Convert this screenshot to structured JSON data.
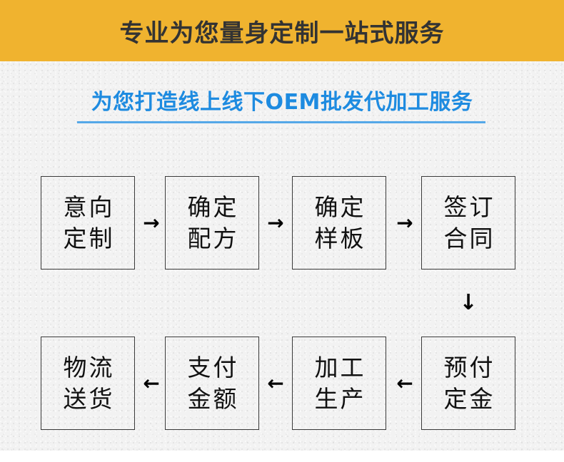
{
  "banner": {
    "title": "专业为您量身定制一站式服务",
    "bg_color": "#f0b32f",
    "text_color": "#333333"
  },
  "subtitle": {
    "text": "为您打造线上线下OEM批发代加工服务",
    "color": "#1e8be0",
    "rule_color": "#55a8e8"
  },
  "flow": {
    "row1": [
      {
        "line1": "意向",
        "line2": "定制"
      },
      {
        "line1": "确定",
        "line2": "配方"
      },
      {
        "line1": "确定",
        "line2": "样板"
      },
      {
        "line1": "签订",
        "line2": "合同"
      }
    ],
    "row2": [
      {
        "line1": "物流",
        "line2": "送货"
      },
      {
        "line1": "支付",
        "line2": "金额"
      },
      {
        "line1": "加工",
        "line2": "生产"
      },
      {
        "line1": "预付",
        "line2": "定金"
      }
    ],
    "arrow_right": "→",
    "arrow_left": "←",
    "arrow_down": "↓",
    "box_border_color": "#3a3a3a",
    "box_text_color": "#111111"
  },
  "background": {
    "page_color": "#ffffff",
    "texture_color": "#f2f2f2"
  }
}
